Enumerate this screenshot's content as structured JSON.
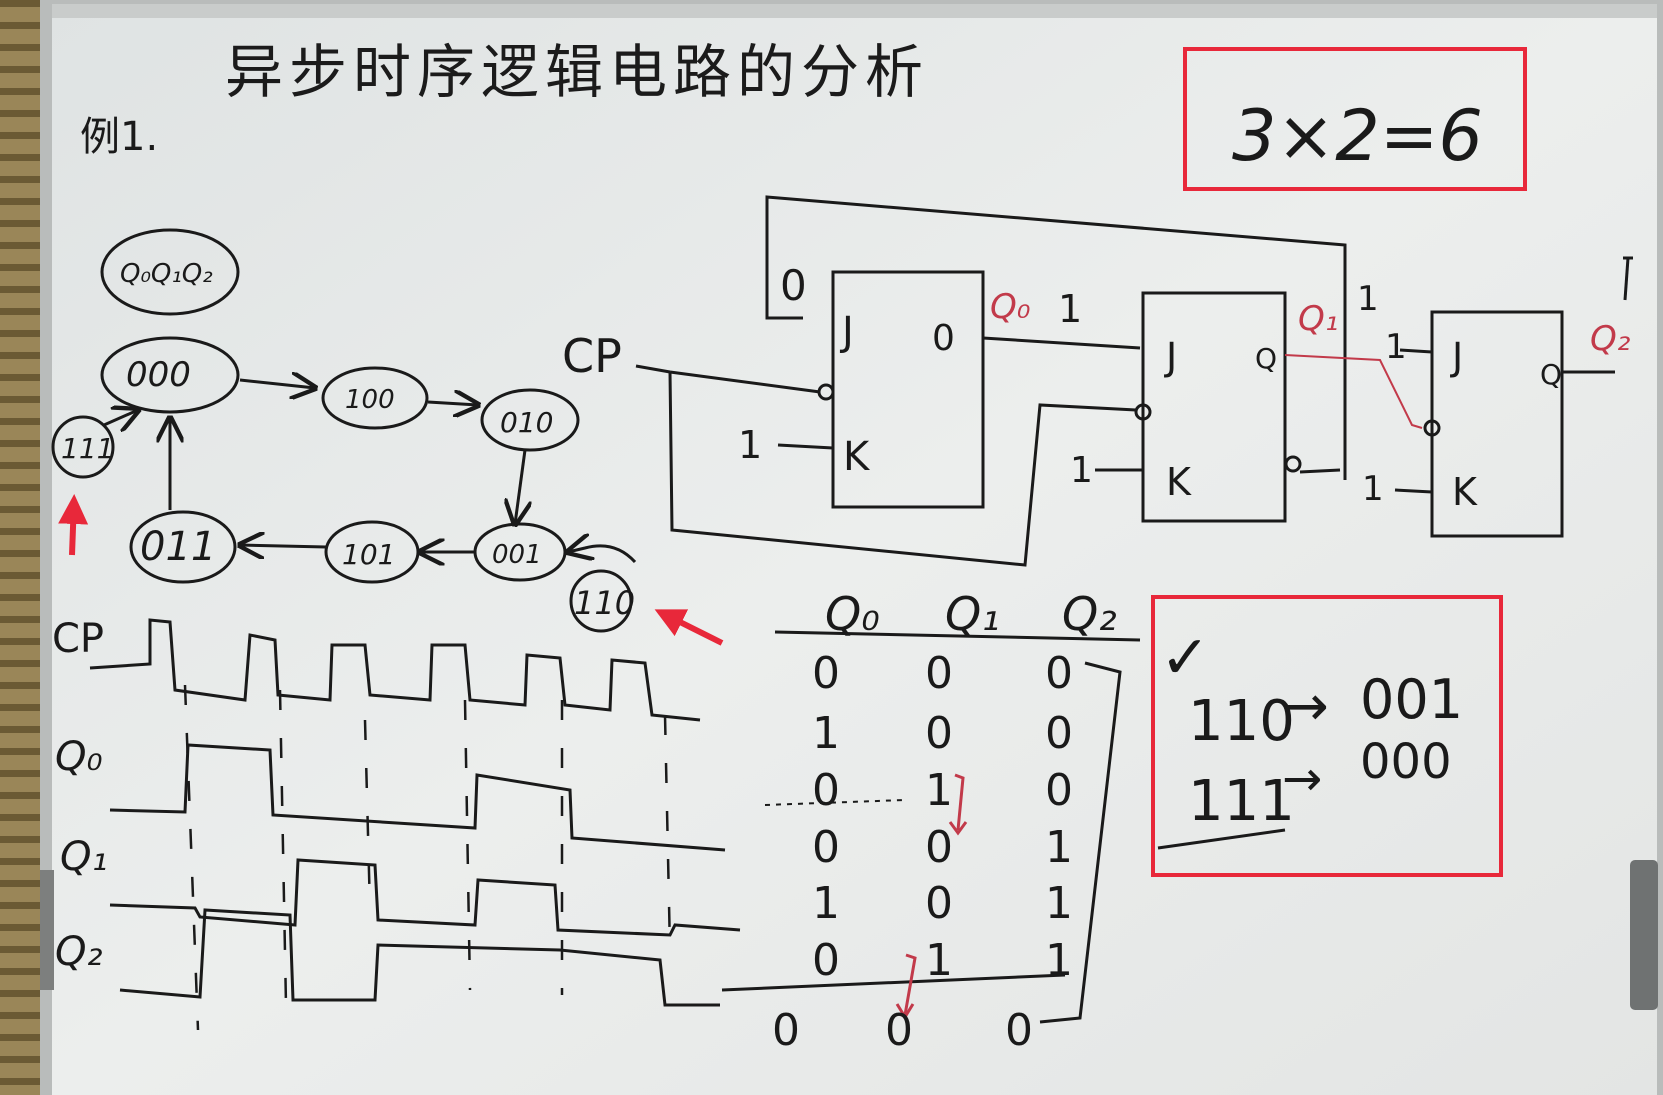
{
  "whiteboard": {
    "title": "异步时序逻辑电路的分析",
    "example_label": "例1.",
    "formula_box": {
      "text": "3×2=6"
    },
    "state_diagram": {
      "header": "Q₀Q₁Q₂",
      "states": [
        "000",
        "100",
        "010",
        "001",
        "101",
        "011"
      ],
      "extra_states": [
        "111",
        "110"
      ]
    },
    "circuit": {
      "clock_label": "CP",
      "ff_labels": [
        "J",
        "K",
        "Q"
      ],
      "outputs": [
        "Q₀",
        "Q₁",
        "Q₂"
      ],
      "inputs": {
        "ff0_j": "0",
        "ff0_k": "1",
        "ff0_q": "0",
        "q0_line": "1",
        "ff1_k": "1",
        "ff2_j": "1",
        "ff2_k": "1",
        "top_right": "1",
        "q1_right": "1"
      }
    },
    "timing_diagram": {
      "signals": [
        "CP",
        "Q₀",
        "Q₁",
        "Q₂"
      ]
    },
    "truth_table": {
      "headers": [
        "Q₀",
        "Q₁",
        "Q₂"
      ],
      "rows": [
        [
          "0",
          "0",
          "0"
        ],
        [
          "1",
          "0",
          "0"
        ],
        [
          "0",
          "1",
          "0"
        ],
        [
          "0",
          "0",
          "1"
        ],
        [
          "1",
          "0",
          "1"
        ],
        [
          "0",
          "1",
          "1"
        ],
        [
          "0",
          "0",
          "0"
        ]
      ]
    },
    "check_box": {
      "check": "✓",
      "lines": [
        {
          "from": "110",
          "arrow": "→",
          "to": "001"
        },
        {
          "from": "111",
          "arrow": "→",
          "to": "000"
        }
      ]
    },
    "colors": {
      "board": "#e9ebea",
      "ink": "#1a1a1a",
      "red_marker": "#e8283a",
      "red_ink": "#c23a4a"
    }
  }
}
